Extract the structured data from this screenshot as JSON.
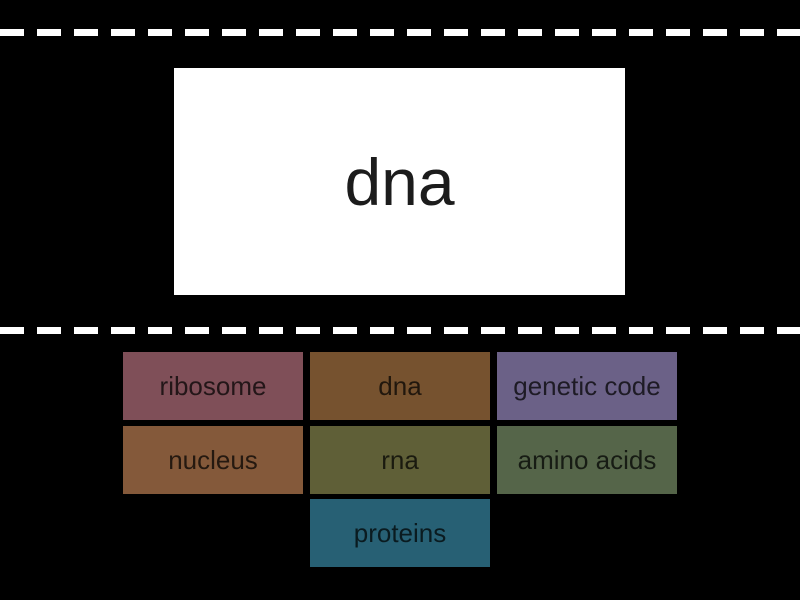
{
  "game": {
    "background": "#000000",
    "divider_color": "#ffffff"
  },
  "prompt_card": {
    "text": "dna",
    "bg": "#ffffff",
    "text_color": "#1c1c1c"
  },
  "tile_text_color": "rgba(0,0,0,0.72)",
  "answers": [
    {
      "label": "ribosome",
      "color": "#7f4f58"
    },
    {
      "label": "dna",
      "color": "#76522f"
    },
    {
      "label": "genetic code",
      "color": "#6b6187"
    },
    {
      "label": "nucleus",
      "color": "#84593a"
    },
    {
      "label": "rna",
      "color": "#5f5f37"
    },
    {
      "label": "amino acids",
      "color": "#556549"
    },
    {
      "label": "proteins",
      "color": "#276074"
    }
  ]
}
